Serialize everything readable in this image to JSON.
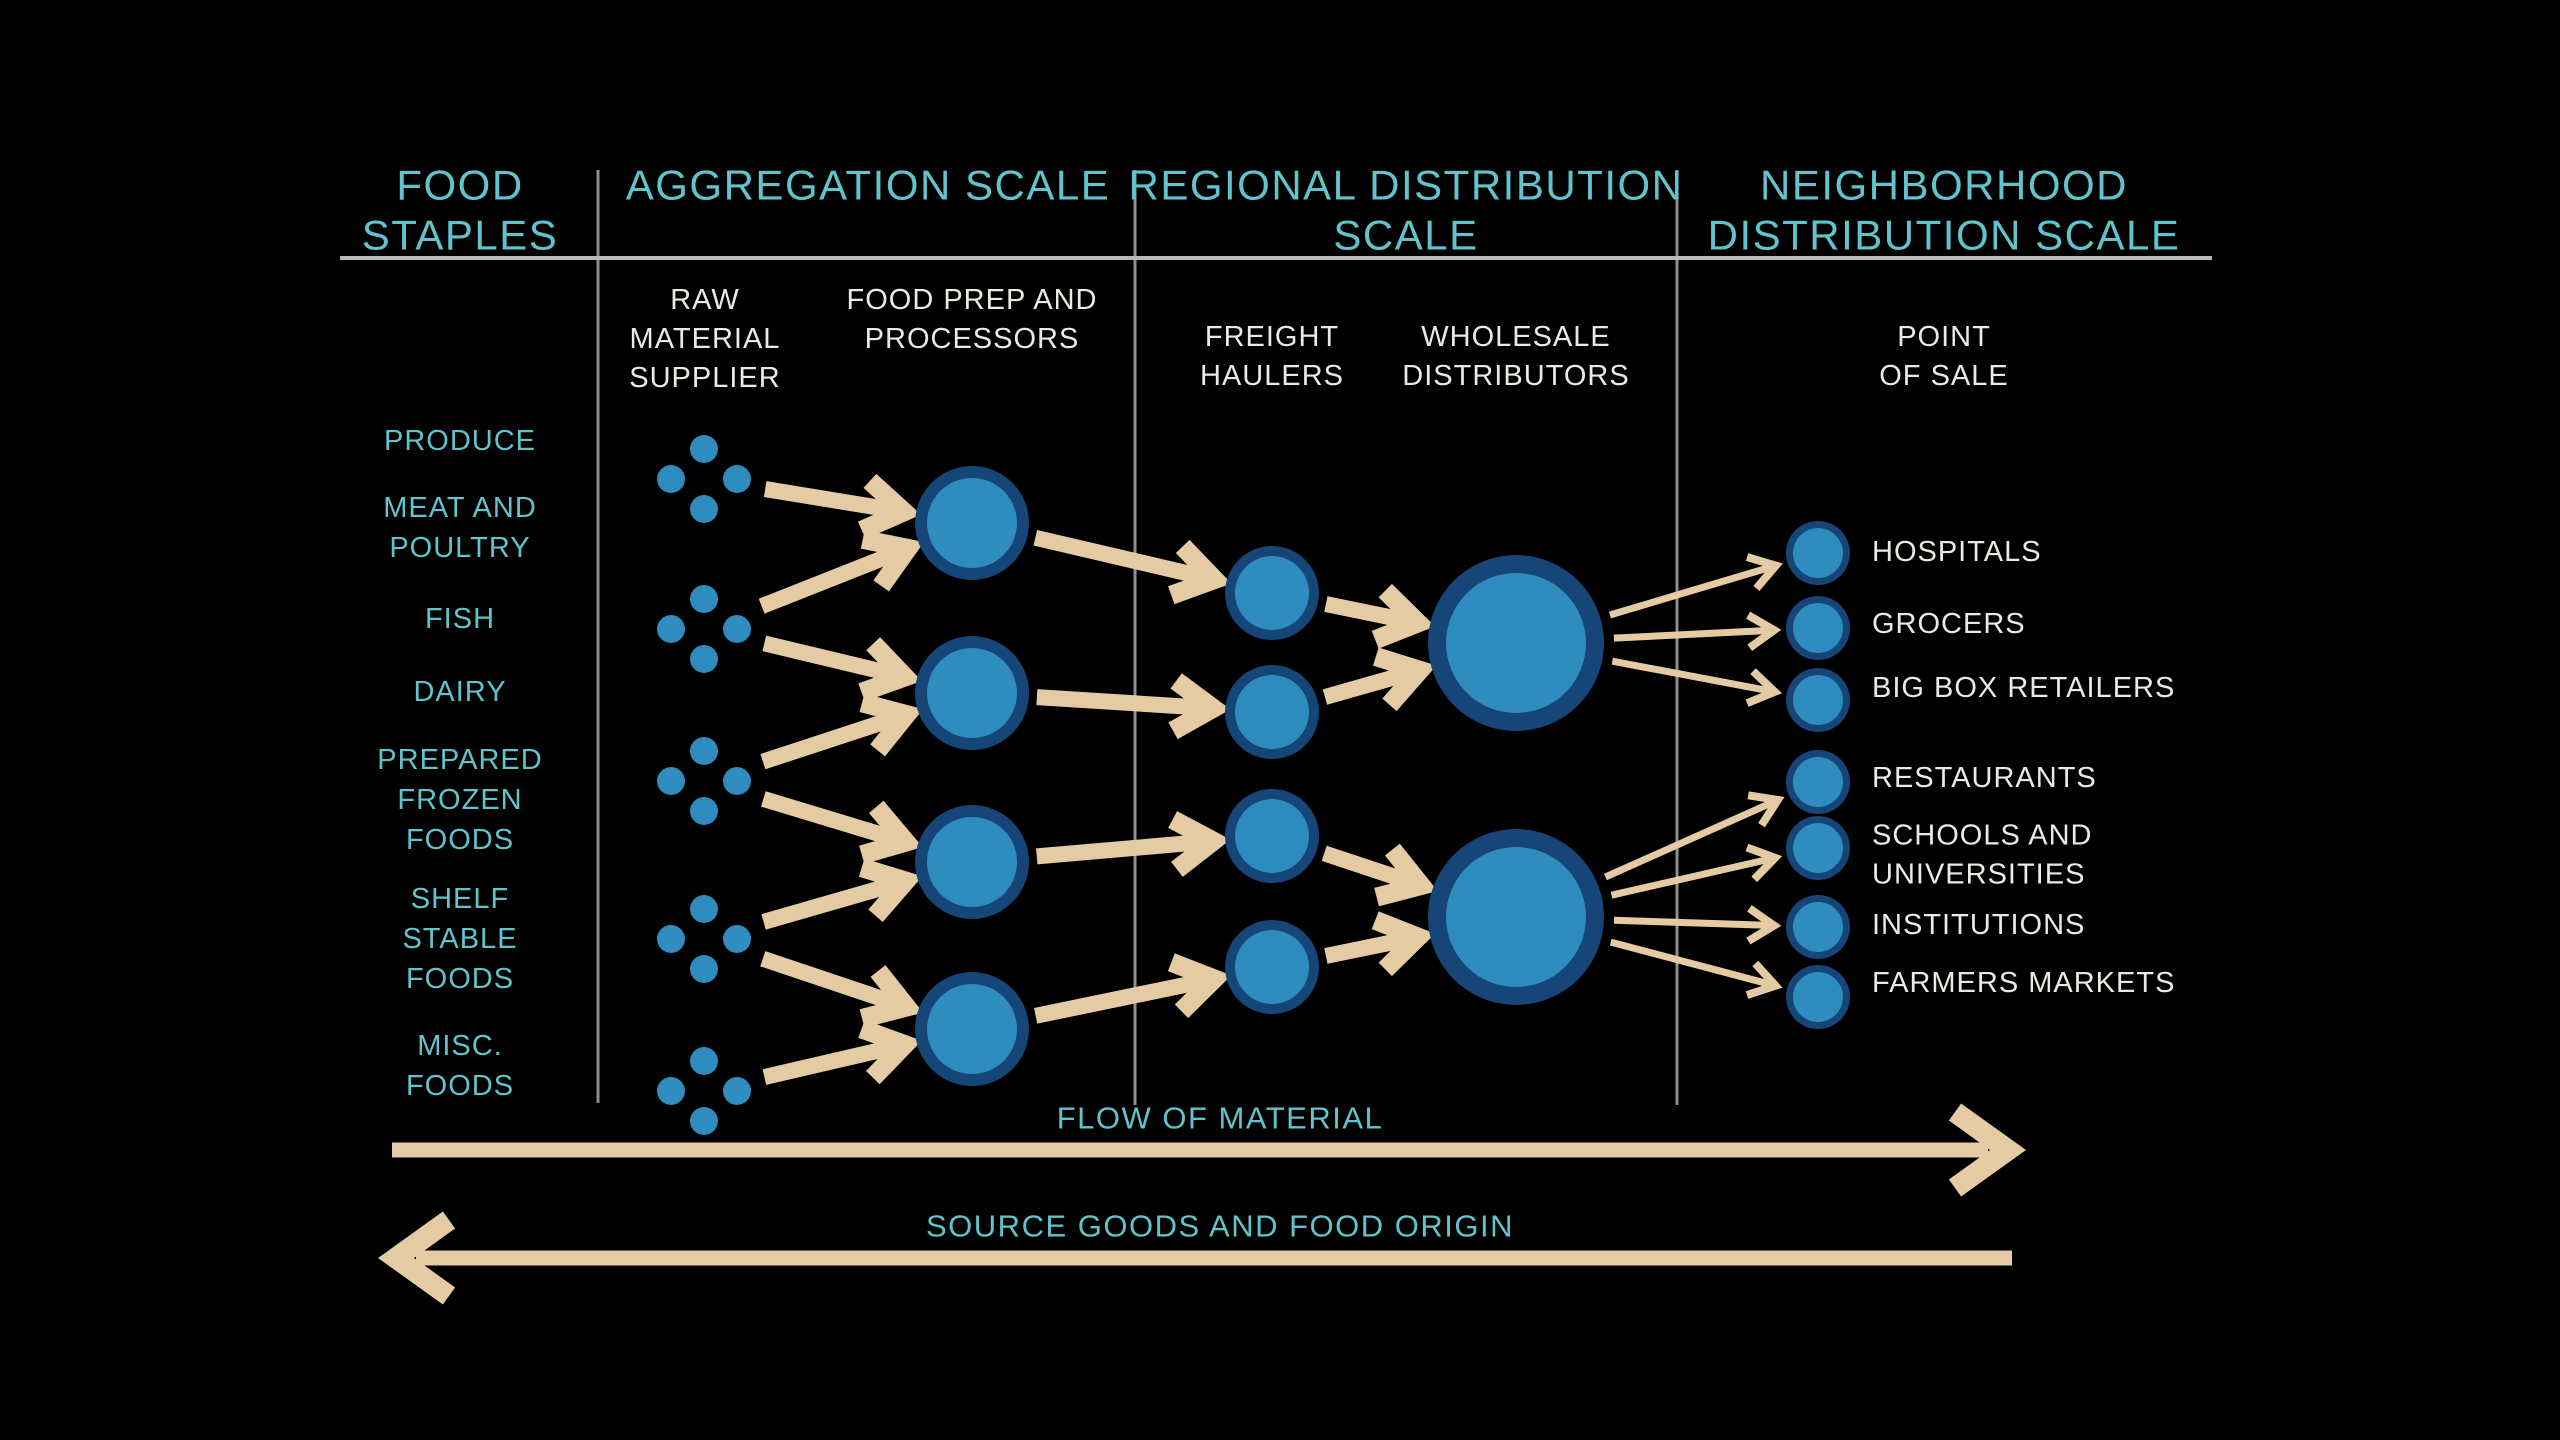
{
  "columns": [
    {
      "label": "FOOD STAPLES",
      "lines": [
        "FOOD",
        "STAPLES"
      ]
    },
    {
      "label": "AGGREGATION SCALE",
      "lines": [
        "AGGREGATION SCALE"
      ]
    },
    {
      "label": "REGIONAL DISTRIBUTION SCALE",
      "lines": [
        "REGIONAL DISTRIBUTION",
        "SCALE"
      ]
    },
    {
      "label": "NEIGHBORHOOD DISTRIBUTION SCALE",
      "lines": [
        "NEIGHBORHOOD",
        "DISTRIBUTION SCALE"
      ]
    }
  ],
  "stages": {
    "raw_material_supplier": {
      "label": "RAW MATERIAL SUPPLIER",
      "lines": [
        "RAW",
        "MATERIAL",
        "SUPPLIER"
      ]
    },
    "food_prep": {
      "label": "FOOD PREP AND PROCESSORS",
      "lines": [
        "FOOD PREP AND",
        "PROCESSORS"
      ]
    },
    "freight_haulers": {
      "label": "FREIGHT HAULERS",
      "lines": [
        "FREIGHT",
        "HAULERS"
      ]
    },
    "wholesale_distributors": {
      "label": "WHOLESALE DISTRIBUTORS",
      "lines": [
        "WHOLESALE",
        "DISTRIBUTORS"
      ]
    },
    "point_of_sale": {
      "label": "POINT OF SALE",
      "lines": [
        "POINT",
        "OF SALE"
      ]
    }
  },
  "food_staples": [
    {
      "label": "PRODUCE",
      "lines": [
        "PRODUCE"
      ]
    },
    {
      "label": "MEAT AND POULTRY",
      "lines": [
        "MEAT AND",
        "POULTRY"
      ]
    },
    {
      "label": "FISH",
      "lines": [
        "FISH"
      ]
    },
    {
      "label": "DAIRY",
      "lines": [
        "DAIRY"
      ]
    },
    {
      "label": "PREPARED FROZEN FOODS",
      "lines": [
        "PREPARED",
        "FROZEN",
        "FOODS"
      ]
    },
    {
      "label": "SHELF STABLE FOODS",
      "lines": [
        "SHELF",
        "STABLE",
        "FOODS"
      ]
    },
    {
      "label": "MISC. FOODS",
      "lines": [
        "MISC.",
        "FOODS"
      ]
    }
  ],
  "points_of_sale": [
    {
      "label": "HOSPITALS",
      "lines": [
        "HOSPITALS"
      ]
    },
    {
      "label": "GROCERS",
      "lines": [
        "GROCERS"
      ]
    },
    {
      "label": "BIG BOX RETAILERS",
      "lines": [
        "BIG BOX RETAILERS"
      ]
    },
    {
      "label": "RESTAURANTS",
      "lines": [
        "RESTAURANTS"
      ]
    },
    {
      "label": "SCHOOLS AND UNIVERSITIES",
      "lines": [
        "SCHOOLS AND",
        "UNIVERSITIES"
      ]
    },
    {
      "label": "INSTITUTIONS",
      "lines": [
        "INSTITUTIONS"
      ]
    },
    {
      "label": "FARMERS MARKETS",
      "lines": [
        "FARMERS MARKETS"
      ]
    }
  ],
  "flow_labels": {
    "material": "FLOW OF MATERIAL",
    "source": "SOURCE GOODS AND FOOD ORIGIN"
  },
  "network": {
    "supplier_clusters": 5,
    "dots_per_cluster": 4,
    "food_prep_nodes": 4,
    "freight_nodes": 4,
    "wholesale_nodes": 2,
    "point_of_sale_nodes": 7,
    "aggregation_edges": [
      [
        0,
        0
      ],
      [
        1,
        0
      ],
      [
        1,
        1
      ],
      [
        2,
        1
      ],
      [
        2,
        2
      ],
      [
        3,
        2
      ],
      [
        3,
        3
      ],
      [
        4,
        3
      ]
    ],
    "freight_edges": [
      [
        0,
        0
      ],
      [
        1,
        1
      ],
      [
        2,
        2
      ],
      [
        3,
        3
      ]
    ],
    "wholesale_edges": [
      [
        0,
        0
      ],
      [
        1,
        0
      ],
      [
        2,
        1
      ],
      [
        3,
        1
      ]
    ],
    "point_of_sale_edges": [
      [
        0,
        0
      ],
      [
        0,
        1
      ],
      [
        0,
        2
      ],
      [
        1,
        3
      ],
      [
        1,
        4
      ],
      [
        1,
        5
      ],
      [
        1,
        6
      ]
    ]
  },
  "colors": {
    "background": "#000000",
    "accent_teal": "#5fc4cb",
    "text_white": "#ece9e4",
    "node_fill": "#2e8cbe",
    "node_ring": "#164577",
    "arrow_tan": "#e5cba3",
    "divider_gray": "#8f8f8f",
    "header_rule_gray": "#b8b8b8"
  }
}
